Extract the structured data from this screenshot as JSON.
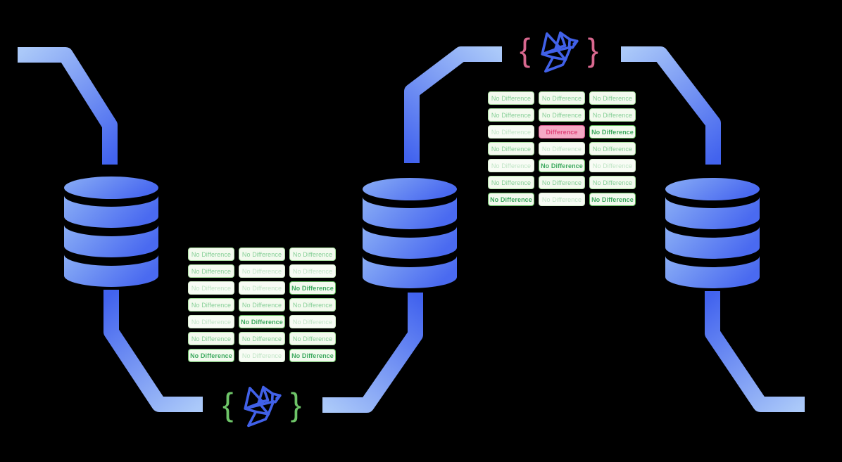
{
  "diagram_type": "database-diff-flow",
  "logo_top": {
    "brace_left": "{",
    "brace_right": "}",
    "accent": "#d9688f"
  },
  "logo_bottom": {
    "brace_left": "{",
    "brace_right": "}",
    "accent": "#6ec568"
  },
  "icons": {
    "database": "database-icon",
    "bird": "origami-bird-icon",
    "braces": "curly-brace-icon"
  },
  "colors": {
    "bg": "#000000",
    "pipe-light": "#abc9f9",
    "pipe-dark": "#4263ee",
    "db-light": "#8aaef5",
    "db-dark": "#4a6af0",
    "bird-blue": "#4161e8",
    "pink-accent": "#d9688f",
    "green-accent": "#6ec568",
    "badge-green-bg": "#f3faee",
    "badge-green-border": "#a9dfa0",
    "badge-green-text": "#86cf97",
    "badge-faint-bg": "#f8fcf5",
    "badge-faint-border": "#d6eecd",
    "badge-faint-text": "#c0e5c6",
    "badge-bold-border": "#62bb5e",
    "badge-bold-text": "#3eaa5f",
    "badge-diff-bg": "#f5a9c5",
    "badge-diff-border": "#d95f90",
    "badge-diff-text": "#e0457a"
  },
  "badges": {
    "upper_grid": [
      [
        {
          "text": "No Difference",
          "style": "normal"
        },
        {
          "text": "No Difference",
          "style": "normal"
        },
        {
          "text": "No Difference",
          "style": "normal"
        }
      ],
      [
        {
          "text": "No Difference",
          "style": "normal"
        },
        {
          "text": "No Difference",
          "style": "normal"
        },
        {
          "text": "No Difference",
          "style": "normal"
        }
      ],
      [
        {
          "text": "No Difference",
          "style": "faint"
        },
        {
          "text": "Difference",
          "style": "diff"
        },
        {
          "text": "No Difference",
          "style": "bold"
        }
      ],
      [
        {
          "text": "No Difference",
          "style": "normal"
        },
        {
          "text": "No Difference",
          "style": "faint"
        },
        {
          "text": "No Difference",
          "style": "normal"
        }
      ],
      [
        {
          "text": "No Difference",
          "style": "faint"
        },
        {
          "text": "No Difference",
          "style": "bold"
        },
        {
          "text": "No Difference",
          "style": "faint"
        }
      ],
      [
        {
          "text": "No Difference",
          "style": "normal"
        },
        {
          "text": "No Difference",
          "style": "normal"
        },
        {
          "text": "No Difference",
          "style": "normal"
        }
      ],
      [
        {
          "text": "No Difference",
          "style": "bold"
        },
        {
          "text": "No Difference",
          "style": "faint"
        },
        {
          "text": "No Difference",
          "style": "bold"
        }
      ]
    ],
    "lower_grid": [
      [
        {
          "text": "No Difference",
          "style": "normal"
        },
        {
          "text": "No Difference",
          "style": "normal"
        },
        {
          "text": "No Difference",
          "style": "normal"
        }
      ],
      [
        {
          "text": "No Difference",
          "style": "normal"
        },
        {
          "text": "No Difference",
          "style": "faint"
        },
        {
          "text": "No Difference",
          "style": "faint"
        }
      ],
      [
        {
          "text": "No Difference",
          "style": "faint"
        },
        {
          "text": "No Difference",
          "style": "faint"
        },
        {
          "text": "No Difference",
          "style": "bold"
        }
      ],
      [
        {
          "text": "No Difference",
          "style": "normal"
        },
        {
          "text": "No Difference",
          "style": "normal"
        },
        {
          "text": "No Difference",
          "style": "normal"
        }
      ],
      [
        {
          "text": "No Difference",
          "style": "faint"
        },
        {
          "text": "No Difference",
          "style": "bold"
        },
        {
          "text": "No Difference",
          "style": "faint"
        }
      ],
      [
        {
          "text": "No Difference",
          "style": "normal"
        },
        {
          "text": "No Difference",
          "style": "normal"
        },
        {
          "text": "No Difference",
          "style": "normal"
        }
      ],
      [
        {
          "text": "No Difference",
          "style": "bold"
        },
        {
          "text": "No Difference",
          "style": "faint"
        },
        {
          "text": "No Difference",
          "style": "bold"
        }
      ]
    ]
  }
}
